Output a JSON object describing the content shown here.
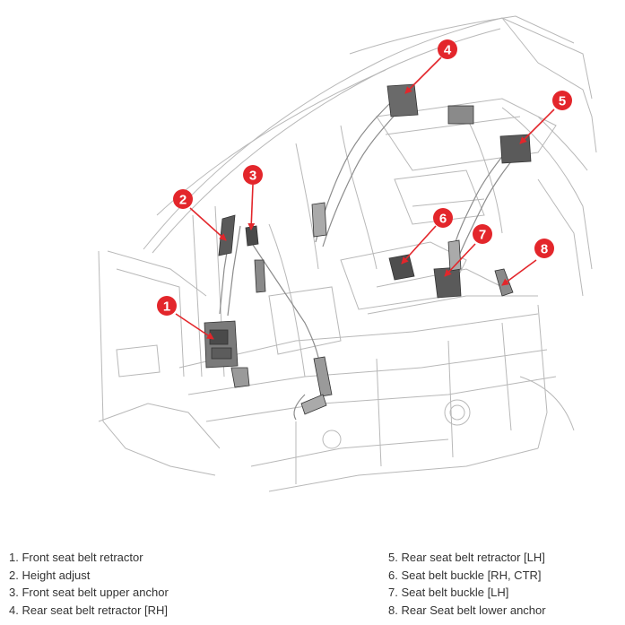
{
  "callouts": [
    {
      "number": "1",
      "name": "Front seat belt retractor"
    },
    {
      "number": "2",
      "name": "Height adjust"
    },
    {
      "number": "3",
      "name": "Front seat belt upper anchor"
    },
    {
      "number": "4",
      "name": "Rear seat belt retractor [RH]"
    },
    {
      "number": "5",
      "name": "Rear seat belt retractor [LH]"
    },
    {
      "number": "6",
      "name": "Seat belt buckle [RH, CTR]"
    },
    {
      "number": "7",
      "name": "Seat belt buckle [LH]"
    },
    {
      "number": "8",
      "name": "Rear Seat belt lower anchor"
    }
  ],
  "legend": {
    "left": [
      "1. Front seat belt retractor",
      "2. Height adjust",
      "3. Front seat belt upper anchor",
      "4. Rear seat belt retractor [RH]"
    ],
    "right": [
      "5. Rear seat belt retractor [LH]",
      "6. Seat belt buckle [RH, CTR]",
      "7. Seat belt buckle [LH]",
      "8. Rear Seat belt lower anchor"
    ]
  },
  "colors": {
    "callout_fill": "#e3262b",
    "arrow": "#e3262b",
    "line_art": "#b8b8b8",
    "part_fill": "#6e6e6e"
  }
}
